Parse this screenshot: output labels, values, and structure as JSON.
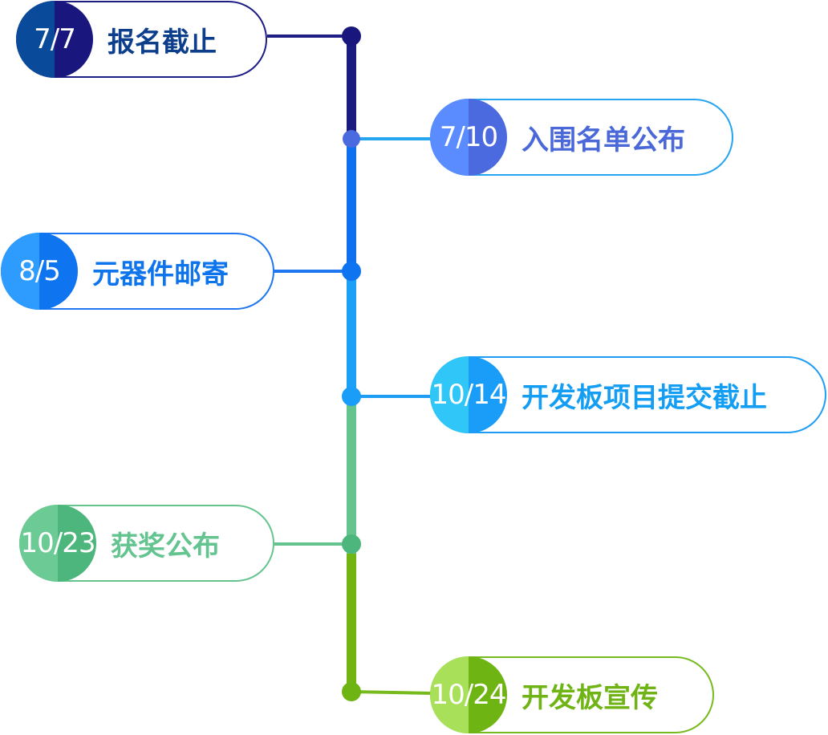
{
  "events": [
    {
      "date": "7/7",
      "label": "报名截止",
      "colors": {
        "dark": "#19177E",
        "light": "#0A4A9A",
        "text": "#0D3E8C",
        "border": "#1C1D85"
      }
    },
    {
      "date": "7/10",
      "label": "入围名单公布",
      "colors": {
        "dark": "#4B6ADF",
        "light": "#5A8BFF",
        "text": "#4A68D8",
        "border": "#25A5F0"
      }
    },
    {
      "date": "8/5",
      "label": "元器件邮寄",
      "colors": {
        "dark": "#0F74F0",
        "light": "#2E9BFF",
        "text": "#0E74EC",
        "border": "#1E77F0"
      }
    },
    {
      "date": "10/14",
      "label": "开发板项目提交截止",
      "colors": {
        "dark": "#1A9DF8",
        "light": "#31C6F8",
        "text": "#139EF4",
        "border": "#1E9DF4"
      }
    },
    {
      "date": "10/23",
      "label": "获奖公布",
      "colors": {
        "dark": "#4DB67C",
        "light": "#6CCB94",
        "text": "#63C490",
        "border": "#65C48E"
      }
    },
    {
      "date": "10/24",
      "label": "开发板宣传",
      "colors": {
        "dark": "#6EB412",
        "light": "#A8E05A",
        "text": "#6FB414",
        "border": "#77BA1E"
      }
    }
  ],
  "spine_colors": [
    "#1B1A7E",
    "#0F6FEF",
    "#1AA1F5",
    "#65C48E",
    "#72B512"
  ]
}
